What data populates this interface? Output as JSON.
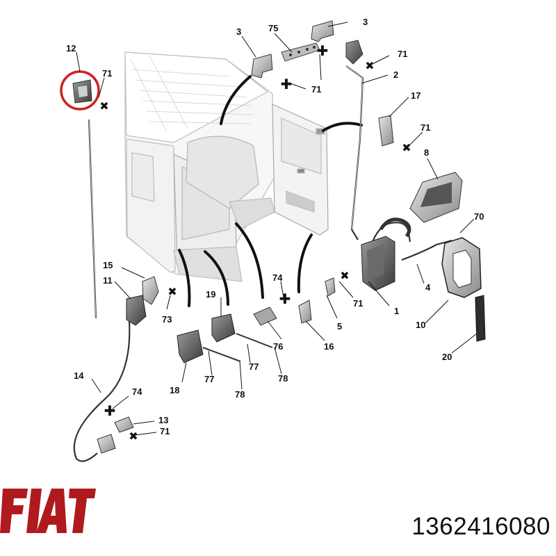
{
  "diagram": {
    "callouts": {
      "c12": "12",
      "c71_tl": "71",
      "c3_a": "3",
      "c75": "75",
      "c3_b": "3",
      "c71_top": "71",
      "c71_mid": "71",
      "c2": "2",
      "c17": "17",
      "c71_r": "71",
      "c8": "8",
      "c70": "70",
      "c15": "15",
      "c11": "11",
      "c73": "73",
      "c19": "19",
      "c74_mid": "74",
      "c71_lock": "71",
      "c4": "4",
      "c1": "1",
      "c5": "5",
      "c16": "16",
      "c76": "76",
      "c10": "10",
      "c20": "20",
      "c18": "18",
      "c77_a": "77",
      "c78_a": "78",
      "c77_b": "77",
      "c78_b": "78",
      "c14": "14",
      "c74_bot": "74",
      "c13": "13",
      "c71_bot": "71"
    },
    "highlight_color": "#d0201e",
    "line_color": "#111111"
  },
  "brand": {
    "logo_text": "FIAT",
    "logo_color": "#b01a1e"
  },
  "part_number": "1362416080"
}
